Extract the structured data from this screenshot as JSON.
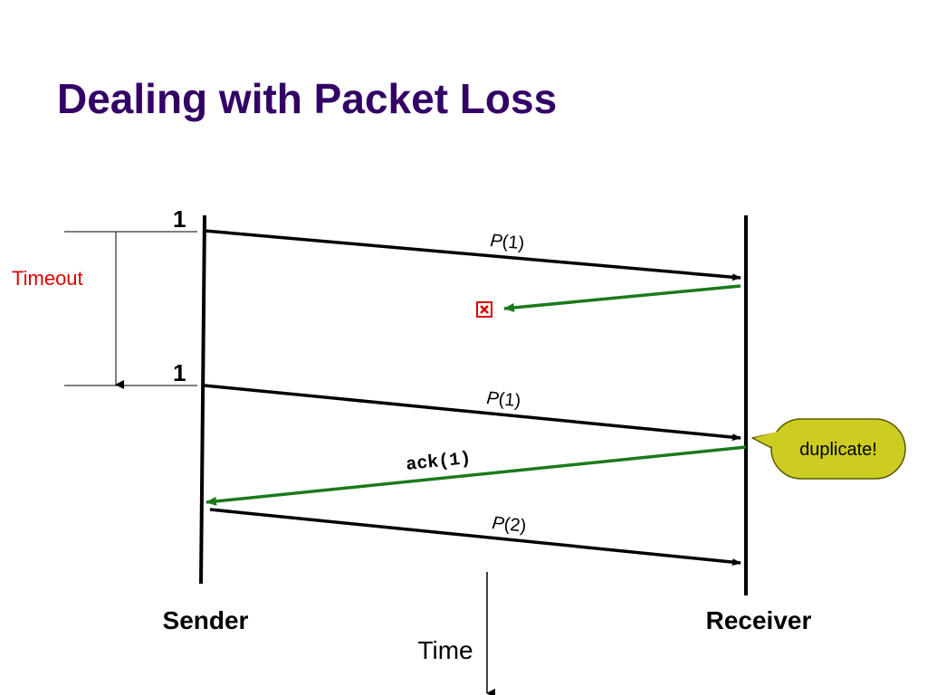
{
  "slide": {
    "title": "Dealing with Packet Loss"
  },
  "labels": {
    "timeout": "Timeout",
    "seq_mark_1": "1",
    "seq_mark_2": "1",
    "packet_1": "P(1)",
    "packet_1_letter": "P",
    "packet_1_arg": "(1)",
    "packet_2": "P(1)",
    "packet_2_letter": "P",
    "packet_2_arg": "(1)",
    "packet_3": "P(2)",
    "packet_3_letter": "P",
    "packet_3_arg": "(2)",
    "ack": "ack(1)",
    "duplicate_callout": "duplicate!",
    "sender": "Sender",
    "receiver": "Receiver",
    "time": "Time"
  },
  "colors": {
    "title": "#330066",
    "message_line": "#000000",
    "ack_line": "#1a7a1a",
    "timeout_text": "#e00000",
    "loss_marker": "#e00000",
    "callout_fill": "#cccc22",
    "callout_stroke": "#5a5a00"
  },
  "icons": {
    "loss_marker": "boxed-x-icon"
  }
}
